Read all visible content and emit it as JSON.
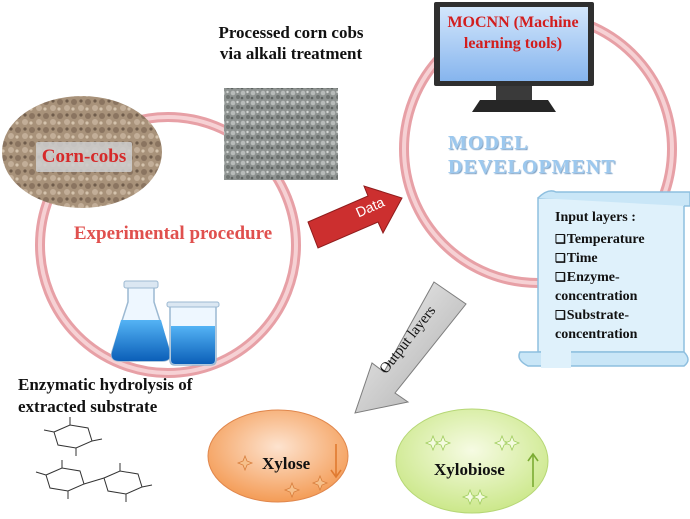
{
  "labels": {
    "processed": "Processed corn cobs via alkali treatment",
    "corncobs": "Corn-cobs",
    "experimental": "Experimental procedure",
    "data_arrow": "Data",
    "monitor": "MOCNN (Machine learning tools)",
    "model_line1": "MODEL",
    "model_line2": "DEVELOPMENT",
    "enzymatic": "Enzymatic hydrolysis of extracted substrate",
    "output_arrow": "Output layers",
    "xylose": "Xylose",
    "xylobiose": "Xylobiose"
  },
  "input_layers": {
    "title": "Input layers :",
    "items": [
      "Temperature",
      "Time",
      "Enzyme-\nconcentration",
      "Substrate-\nconcentration"
    ]
  },
  "colors": {
    "ring": "#e7a0a6",
    "arrow_red": "#cc2f2f",
    "arrow_gray": "#bdbdbd",
    "scroll_fill": "#dff1fb",
    "xylose_fill": "#f5a15a",
    "xylobiose_fill": "#d6ee95",
    "flask_blue": "#1e7fd6"
  },
  "icons": {
    "monitor": "computer-monitor-icon",
    "flask": "erlenmeyer-flask-icon",
    "beaker": "beaker-icon",
    "sparkle": "sparkle-icon"
  }
}
